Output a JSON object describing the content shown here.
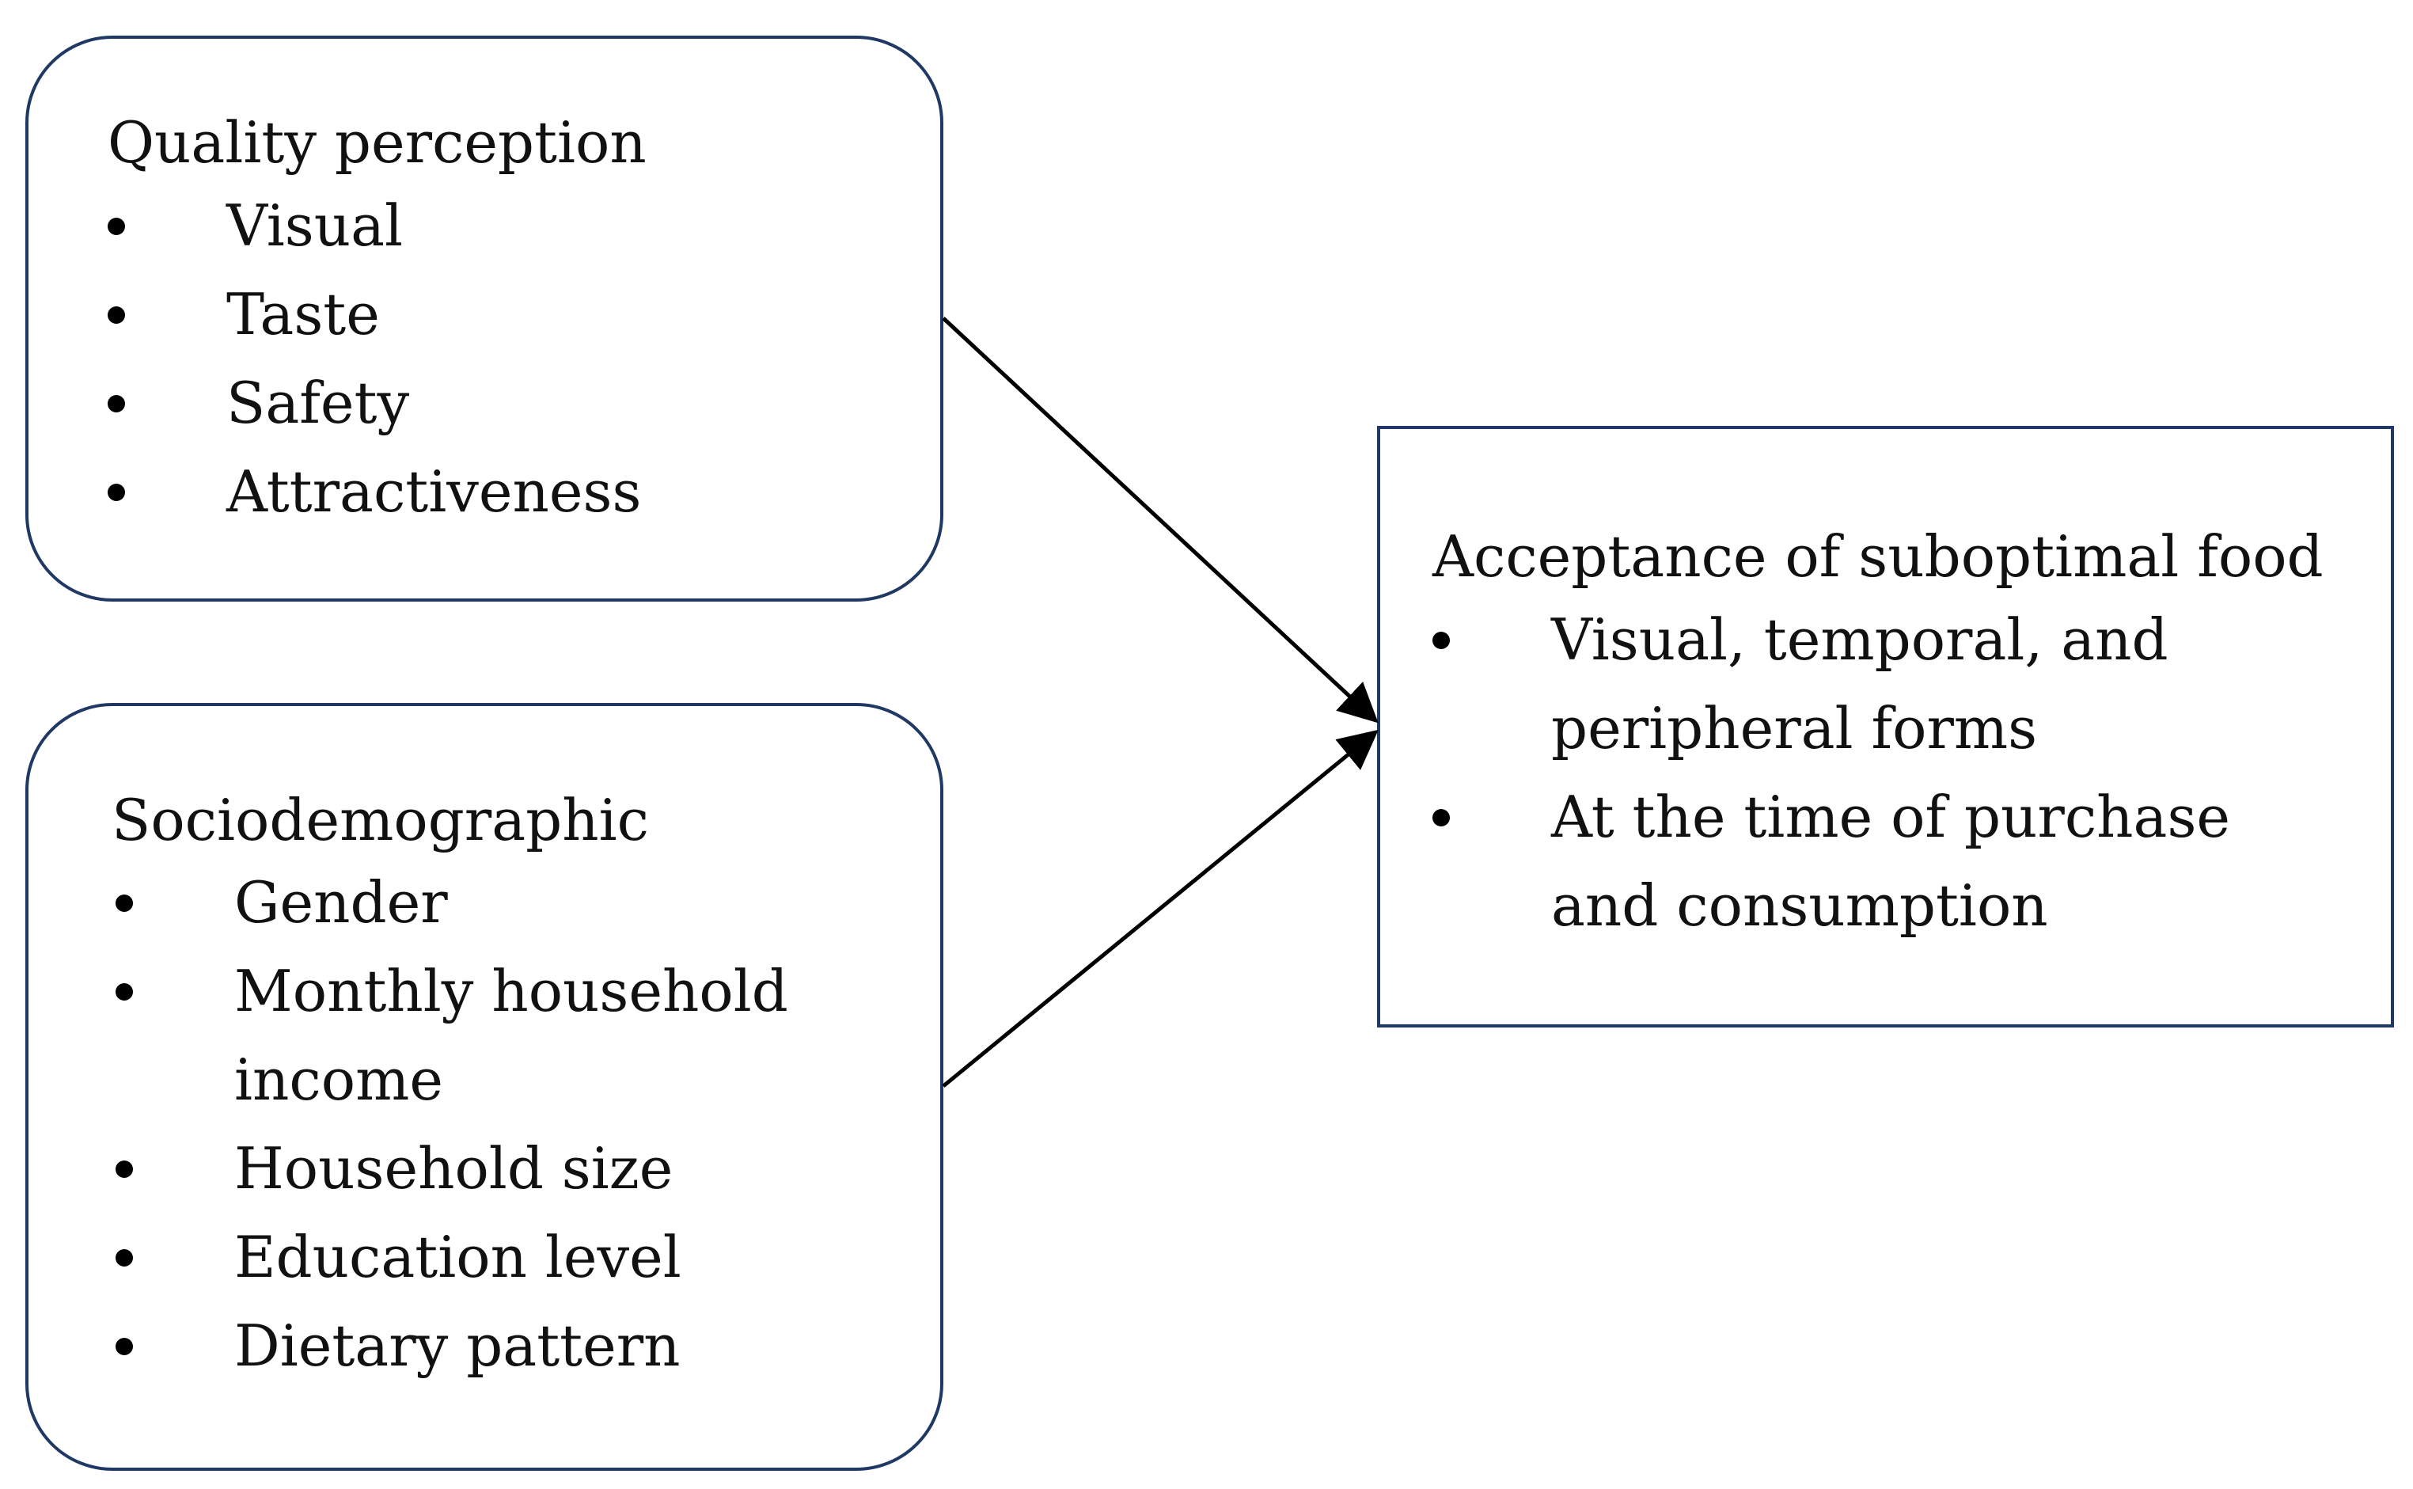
{
  "colors": {
    "box_border": "#1f3864",
    "arrow": "#000000",
    "text": "#111111",
    "background": "#ffffff"
  },
  "quality_perception": {
    "title": "Quality perception",
    "items": [
      {
        "label": "Visual"
      },
      {
        "label": "Taste"
      },
      {
        "label": "Safety"
      },
      {
        "label": "Attractiveness"
      }
    ]
  },
  "sociodemographic": {
    "title": "Sociodemographic",
    "items": [
      {
        "label": "Gender"
      },
      {
        "label": "Monthly household",
        "label_cont": "income"
      },
      {
        "label": "Household size"
      },
      {
        "label": "Education level"
      },
      {
        "label": "Dietary pattern"
      }
    ]
  },
  "acceptance": {
    "title": "Acceptance of suboptimal food",
    "items": [
      {
        "label": "Visual, temporal, and",
        "label_cont": "peripheral forms"
      },
      {
        "label": "At the time of purchase",
        "label_cont": "and consumption"
      }
    ]
  },
  "arrows": [
    {
      "from": "quality_perception",
      "to": "acceptance"
    },
    {
      "from": "sociodemographic",
      "to": "acceptance"
    }
  ]
}
